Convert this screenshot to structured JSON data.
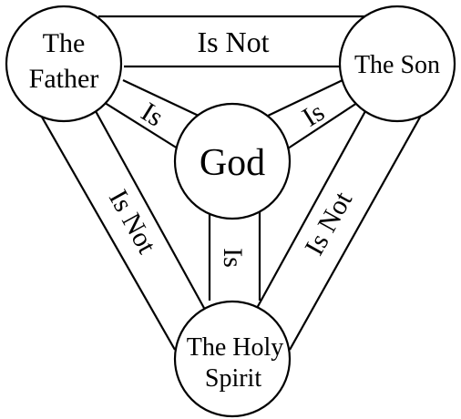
{
  "diagram": {
    "nodes": {
      "father": {
        "line1": "The",
        "line2": "Father"
      },
      "son": {
        "line1": "The Son"
      },
      "god": {
        "line1": "God"
      },
      "spirit": {
        "line1": "The Holy",
        "line2": "Spirit"
      }
    },
    "links": {
      "father_son": "Is Not",
      "father_spirit": "Is Not",
      "son_spirit": "Is Not",
      "father_god": "Is",
      "son_god": "Is",
      "spirit_god": "Is"
    }
  }
}
